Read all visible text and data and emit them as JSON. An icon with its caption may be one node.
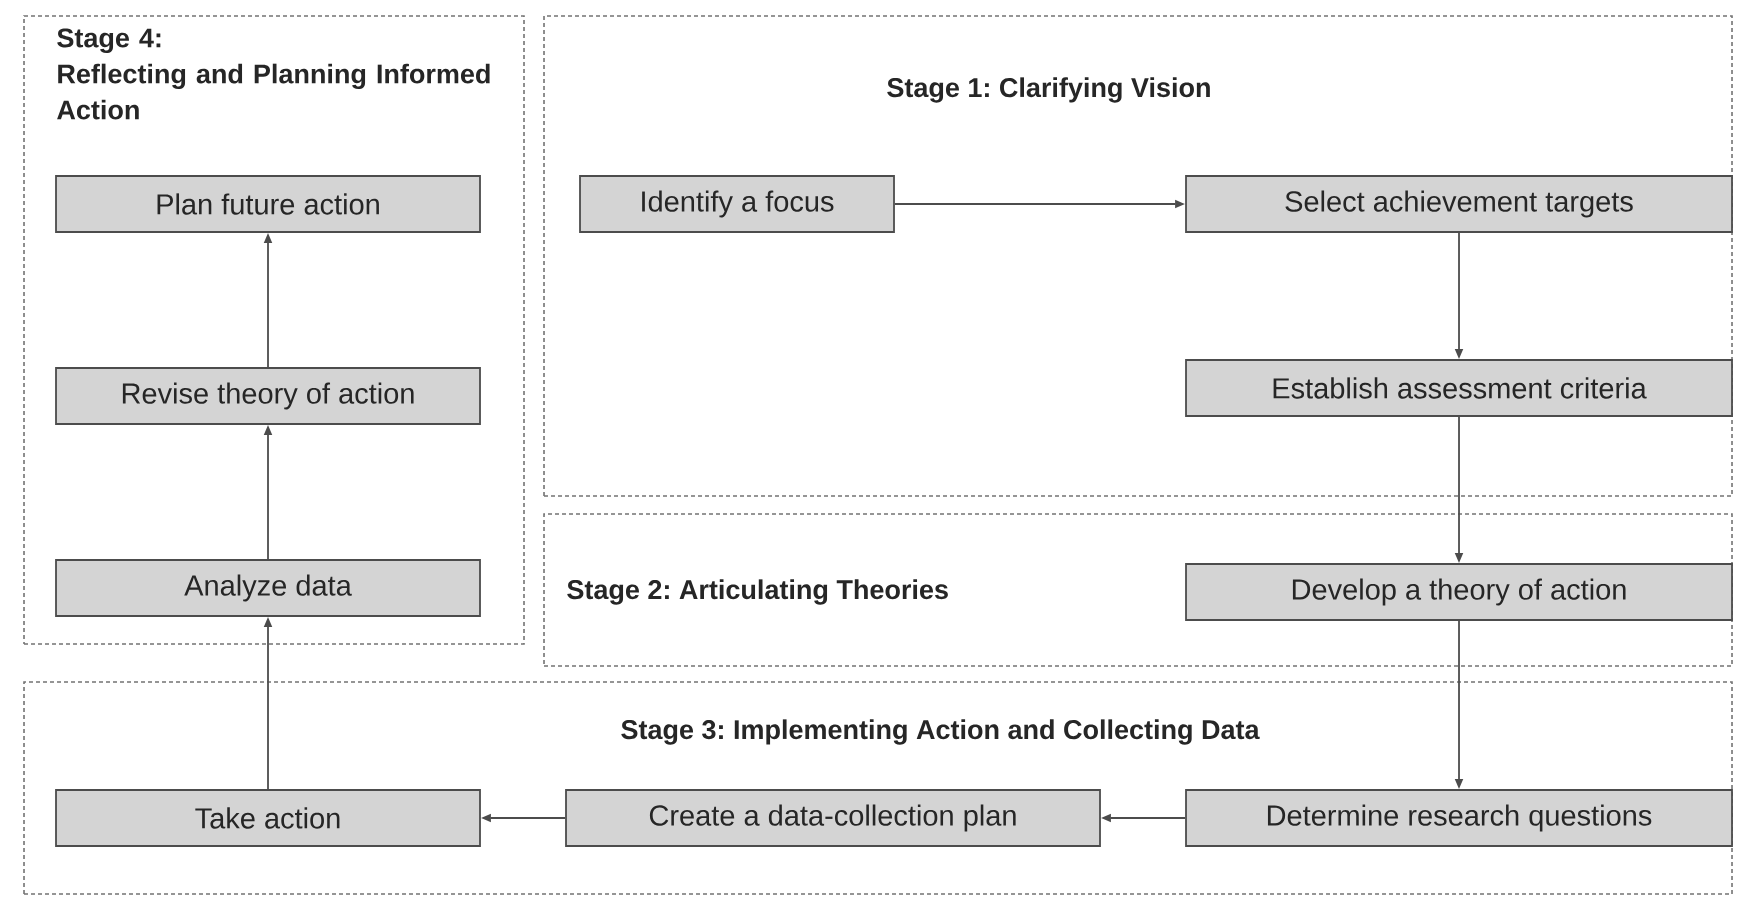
{
  "diagram": {
    "nodes": [
      {
        "text": [
          "Stage 4:",
          "Reflecting and Planning Informed Action"
        ]
      },
      {
        "text": [
          "Plan future action"
        ],
        "in": 0
      },
      {
        "text": [
          "Revise theory of action"
        ],
        "in": 0
      },
      {
        "text": [
          "Analyze data"
        ],
        "in": 0
      },
      {
        "text": [
          "Stage 1: Clarifying Vision"
        ]
      },
      {
        "text": [
          "Identify a focus"
        ],
        "in": 4
      },
      {
        "text": [
          "Select achievement targets"
        ],
        "in": 4
      },
      {
        "text": [
          "Establish assessment criteria"
        ],
        "in": 4
      },
      {
        "text": [
          "Stage 2: Articulating Theories"
        ]
      },
      {
        "text": [
          "Develop a theory of action"
        ],
        "in": 8
      },
      {
        "text": [
          "Stage 3: Implementing Action and Collecting Data"
        ]
      },
      {
        "text": [
          "Take action"
        ],
        "in": 10
      },
      {
        "text": [
          "Create a data-collection plan"
        ],
        "in": 10
      },
      {
        "text": [
          "Determine research questions"
        ],
        "in": 10
      }
    ],
    "edges": [
      {
        "from": 5,
        "to": 6,
        "arrow": "to"
      },
      {
        "from": 6,
        "to": 7,
        "arrow": "to"
      },
      {
        "from": 7,
        "to": 9,
        "arrow": "to"
      },
      {
        "from": 9,
        "to": 13,
        "arrow": "to"
      },
      {
        "from": 13,
        "to": 12,
        "arrow": "to"
      },
      {
        "from": 12,
        "to": 11,
        "arrow": "to"
      },
      {
        "from": 11,
        "to": 3,
        "arrow": "to"
      },
      {
        "from": 3,
        "to": 2,
        "arrow": "to"
      },
      {
        "from": 2,
        "to": 1,
        "arrow": "to"
      }
    ]
  }
}
